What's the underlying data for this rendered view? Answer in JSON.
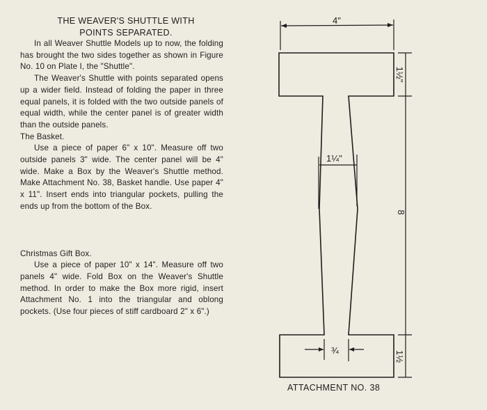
{
  "title_lines": [
    "THE WEAVER'S SHUTTLE WITH",
    "POINTS SEPARATED."
  ],
  "intro_paragraphs": [
    "In all Weaver Shuttle Models up to now, the folding has brought the two sides together as shown in Figure No. 10 on Plate I, the \"Shuttle\".",
    "The Weaver's Shuttle with points separated opens up a wider field. Instead of folding the paper in three equal panels, it is folded with the two outside panels of equal width, while the center panel is of greater width than the outside panels."
  ],
  "basket": {
    "heading": "The Basket.",
    "text": "Use a piece of paper 6\" x 10\". Measure off two outside panels 3\" wide. The center panel will be 4\" wide. Make a Box by the Weaver's Shuttle method. Make Attachment No. 38, Basket handle. Use paper 4\" x 11\". Insert ends into triangular pockets, pulling the ends up from the bottom of the Box."
  },
  "gift_box": {
    "heading": "Christmas Gift Box.",
    "text": "Use a piece of paper 10\" x 14\". Measure off two panels 4\" wide. Fold Box on the Weaver's Shuttle method. In order to make the Box more rigid, insert Attachment No. 1 into the triangular and oblong pockets. (Use four pieces of stiff cardboard 2\" x 6\".)"
  },
  "diagram": {
    "caption": "ATTACHMENT NO. 38",
    "dims": {
      "top_width": "4\"",
      "top_height": "1½\"",
      "mid_width": "1¼\"",
      "length": "8",
      "bottom_height": "1½",
      "neck_width": "¾"
    }
  }
}
